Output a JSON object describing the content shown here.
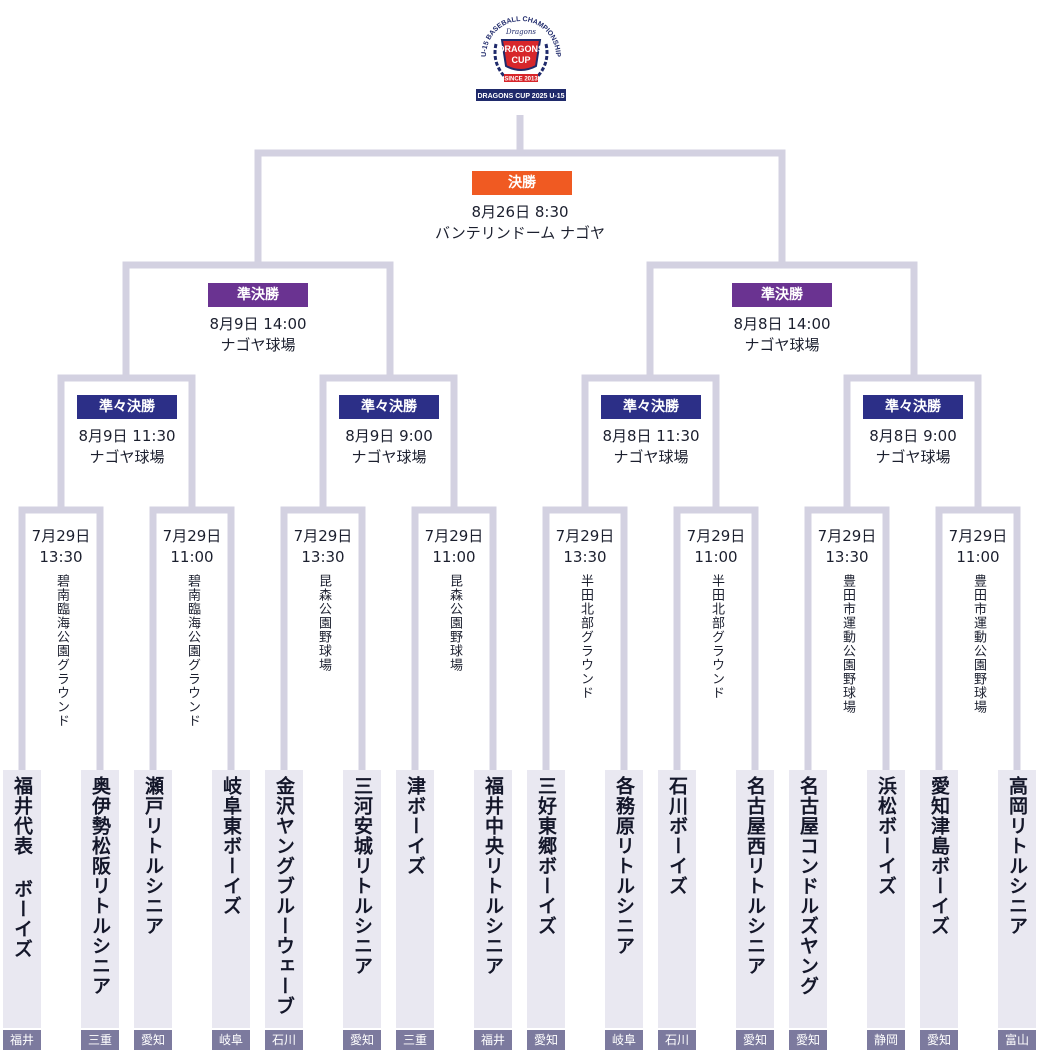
{
  "logo": {
    "arc_text": "U-15 BASEBALL CHAMPIONSHIP",
    "small_brand": "Dragons",
    "main_line1": "DRAGONS",
    "main_line2": "CUP",
    "since": "SINCE 2013",
    "banner": "DRAGONS CUP 2025 U-15"
  },
  "final": {
    "label": "決勝",
    "date": "8月26日 8:30",
    "venue": "バンテリンドーム ナゴヤ"
  },
  "semis": [
    {
      "label": "準決勝",
      "date": "8月9日 14:00",
      "venue": "ナゴヤ球場"
    },
    {
      "label": "準決勝",
      "date": "8月8日 14:00",
      "venue": "ナゴヤ球場"
    }
  ],
  "quarters": [
    {
      "label": "準々決勝",
      "date": "8月9日 11:30",
      "venue": "ナゴヤ球場"
    },
    {
      "label": "準々決勝",
      "date": "8月9日 9:00",
      "venue": "ナゴヤ球場"
    },
    {
      "label": "準々決勝",
      "date": "8月8日 11:30",
      "venue": "ナゴヤ球場"
    },
    {
      "label": "準々決勝",
      "date": "8月8日 9:00",
      "venue": "ナゴヤ球場"
    }
  ],
  "first_round": [
    {
      "date": "7月29日",
      "time": "13:30",
      "venue": "碧南臨海公園グラウンド"
    },
    {
      "date": "7月29日",
      "time": "11:00",
      "venue": "碧南臨海公園グラウンド"
    },
    {
      "date": "7月29日",
      "time": "13:30",
      "venue": "昆森公園野球場"
    },
    {
      "date": "7月29日",
      "time": "11:00",
      "venue": "昆森公園野球場"
    },
    {
      "date": "7月29日",
      "time": "13:30",
      "venue": "半田北部グラウンド"
    },
    {
      "date": "7月29日",
      "time": "11:00",
      "venue": "半田北部グラウンド"
    },
    {
      "date": "7月29日",
      "time": "13:30",
      "venue": "豊田市運動公園野球場"
    },
    {
      "date": "7月29日",
      "time": "11:00",
      "venue": "豊田市運動公園野球場"
    }
  ],
  "teams": [
    {
      "name": "福井代表 ボーイズ",
      "pref": "福井"
    },
    {
      "name": "奥伊勢松阪リトルシニア",
      "pref": "三重"
    },
    {
      "name": "瀬戸リトルシニア",
      "pref": "愛知"
    },
    {
      "name": "岐阜東ボーイズ",
      "pref": "岐阜"
    },
    {
      "name": "金沢ヤングブルーウェーブ",
      "pref": "石川"
    },
    {
      "name": "三河安城リトルシニア",
      "pref": "愛知"
    },
    {
      "name": "津ボーイズ",
      "pref": "三重"
    },
    {
      "name": "福井中央リトルシニア",
      "pref": "福井"
    },
    {
      "name": "三好東郷ボーイズ",
      "pref": "愛知"
    },
    {
      "name": "各務原リトルシニア",
      "pref": "岐阜"
    },
    {
      "name": "石川ボーイズ",
      "pref": "石川"
    },
    {
      "name": "名古屋西リトルシニア",
      "pref": "愛知"
    },
    {
      "name": "名古屋コンドルズヤング",
      "pref": "愛知"
    },
    {
      "name": "浜松ボーイズ",
      "pref": "静岡"
    },
    {
      "name": "愛知津島ボーイズ",
      "pref": "愛知"
    },
    {
      "name": "高岡リトルシニア",
      "pref": "富山"
    }
  ],
  "colors": {
    "line": "#d3d1e1",
    "final": "#f05a22",
    "semi": "#6a3391",
    "quarter": "#2c2f87",
    "team_bg": "#e9e8f1",
    "pref_bg": "#7c7a9e"
  }
}
